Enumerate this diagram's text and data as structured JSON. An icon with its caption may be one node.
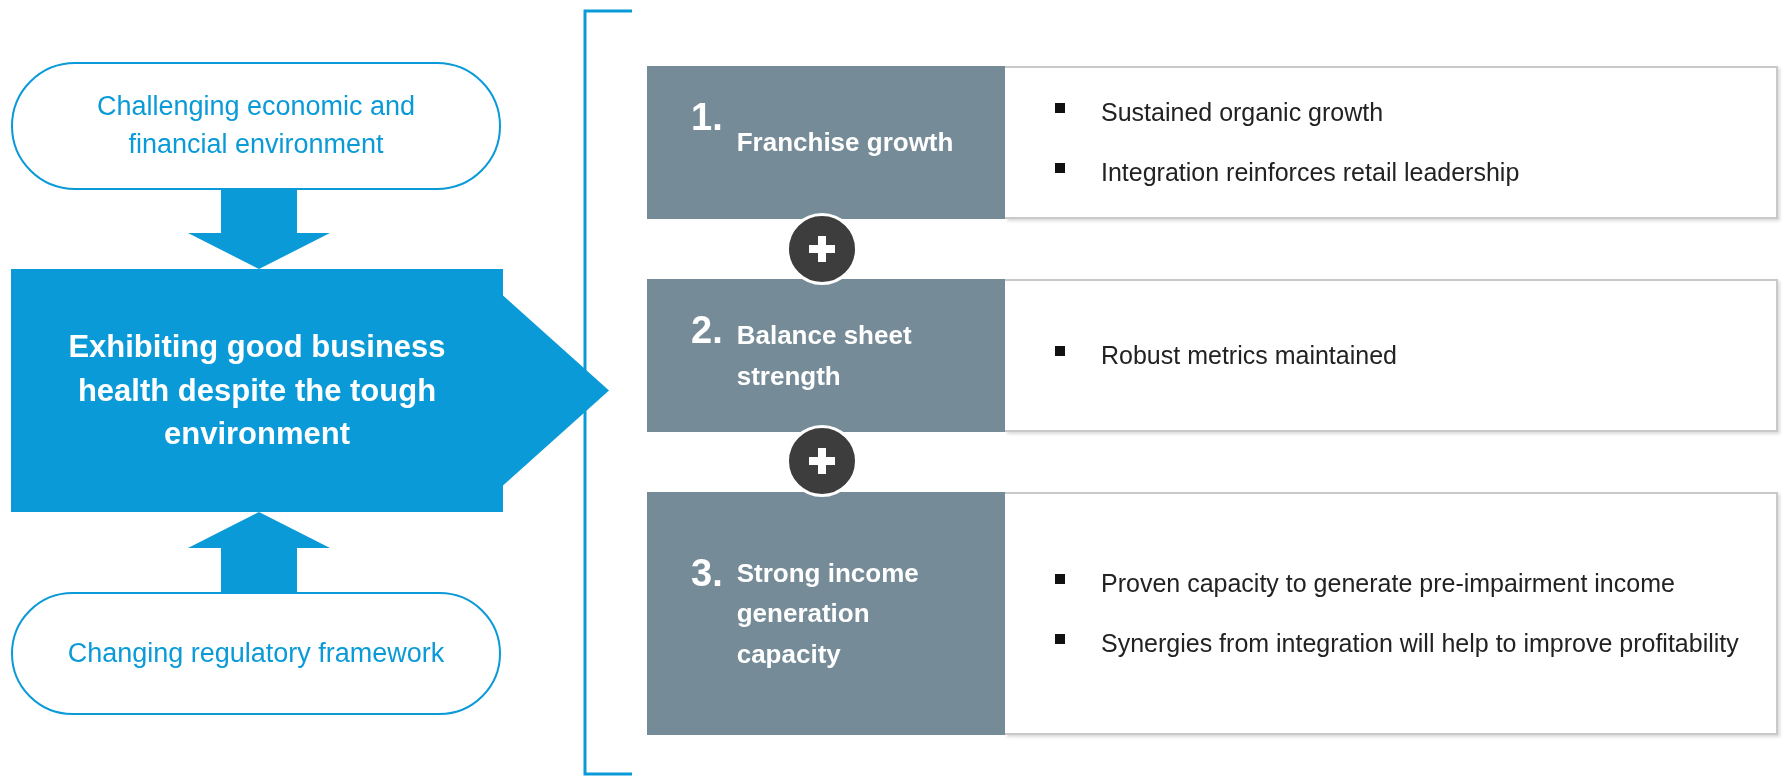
{
  "diagram": {
    "nodes": [
      {
        "text": [
          "Challenging economic and financial environment"
        ]
      },
      {
        "text": [
          "Exhibiting good business health despite the tough environment"
        ]
      },
      {
        "text": [
          "Changing regulatory framework"
        ]
      },
      {
        "text": [
          "1.",
          "Franchise growth"
        ]
      },
      {
        "text": [
          "Sustained organic growth",
          "Integration reinforces retail leadership"
        ]
      },
      {
        "text": [
          "2.",
          "Balance sheet strength"
        ]
      },
      {
        "text": [
          "Robust metrics maintained"
        ]
      },
      {
        "text": [
          "3.",
          "Strong income generation capacity"
        ]
      },
      {
        "text": [
          "Proven capacity to generate pre-impairment income",
          "Synergies from integration will help to improve profitability"
        ]
      }
    ],
    "edges": [
      {
        "from": 0,
        "to": 1,
        "arrow": "to"
      },
      {
        "from": 2,
        "to": 1,
        "arrow": "to"
      },
      {
        "from": 1,
        "to": null,
        "arrow": "to"
      }
    ]
  }
}
